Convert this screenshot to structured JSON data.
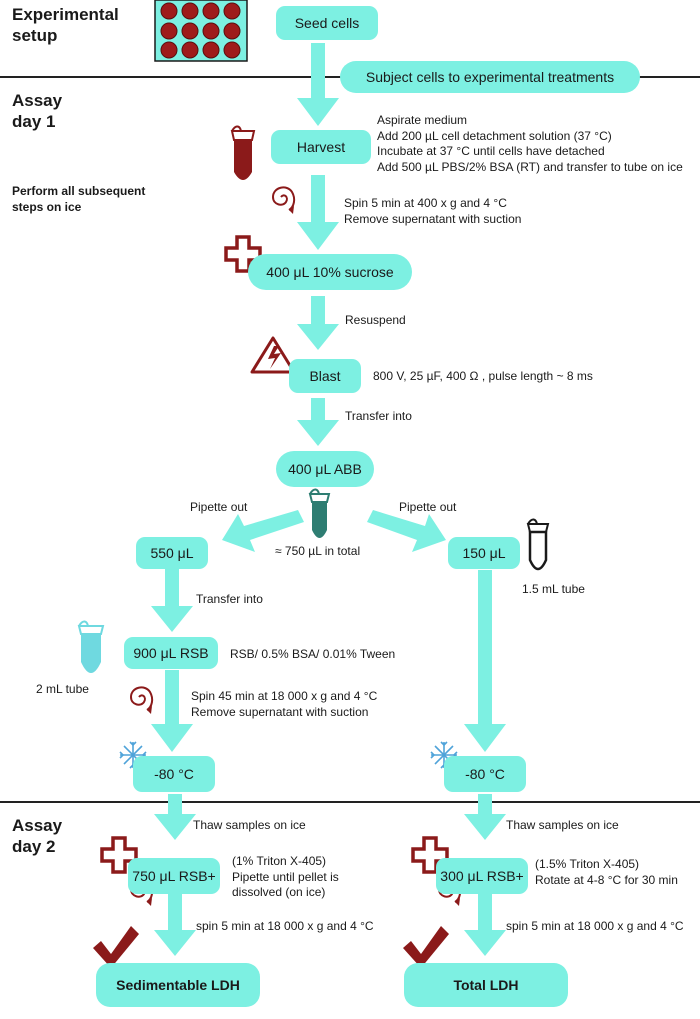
{
  "sections": {
    "setup": "Experimental\nsetup",
    "day1": "Assay\nday 1",
    "day2": "Assay\nday 2"
  },
  "ice_note": "Perform all subsequent\nsteps on ice",
  "boxes": {
    "seed": "Seed  cells",
    "treat": "Subject cells to experimental treatments",
    "harvest": "Harvest",
    "sucrose": "400 μL 10% sucrose",
    "blast": "Blast",
    "abb": "400 μL ABB",
    "left550": "550 μL",
    "right150": "150 μL",
    "rsb900": "900 μL RSB",
    "left_m80": "-80 °C",
    "right_m80": "-80 °C",
    "rsb750": "750 μL RSB+",
    "rsb300": "300 μL RSB+",
    "sed_ldh": "Sedimentable LDH",
    "total_ldh": "Total LDH"
  },
  "notes": {
    "harvest": "Aspirate medium\nAdd 200 µL cell detachment solution (37 °C)\nIncubate at 37 °C until cells have detached\nAdd 500 µL PBS/2% BSA (RT) and transfer to tube on ice",
    "spin1": "Spin 5 min at 400 x g and 4 °C\nRemove supernatant with suction",
    "resuspend": "Resuspend",
    "blast": "800 V, 25 µF, 400 Ω , pulse length ~ 8 ms",
    "transfer1": "Transfer into",
    "pipette_left": "Pipette out",
    "pipette_right": "Pipette out",
    "total750": "≈ 750 µL in total",
    "tube15": "1.5 mL tube",
    "transfer2": "Transfer into",
    "rsb_comp": "RSB/ 0.5% BSA/ 0.01% Tween",
    "tube2": "2 mL tube",
    "spin45": "Spin 45 min at 18 000 x g and  4 °C\nRemove supernatant with suction",
    "thaw_left": "Thaw samples on ice",
    "thaw_right": "Thaw samples on ice",
    "rsb750_note": "(1% Triton X-405)\nPipette until pellet is\ndissolved (on ice)",
    "rsb300_note": "(1.5% Triton X-405)\nRotate at 4-8 °C for 30 min",
    "spin_left": "spin 5 min at 18 000 x g and 4 °C",
    "spin_right": "spin 5 min at 18 000 x g and 4 °C"
  },
  "colors": {
    "box": "#7df0e2",
    "arrow": "#7df0e2",
    "icon": "#8b1a1a",
    "teal_tube": "#2e7d72",
    "light_tube": "#6fd9e0",
    "snow": "#4fa3d9",
    "line": "#222222"
  },
  "icons": [
    "well-plate-icon",
    "blood-tube-icon",
    "centrifuge-icon",
    "cross-icon",
    "high-voltage-icon",
    "teal-tube-icon",
    "black-tube-icon",
    "light-tube-icon",
    "snowflake-icon",
    "checkmark-icon"
  ]
}
